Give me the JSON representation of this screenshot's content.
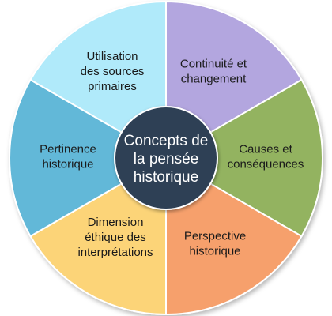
{
  "center": {
    "lines": [
      "Concepts de",
      "la pensée",
      "historique"
    ],
    "color": "#2d3f55"
  },
  "segments": [
    {
      "lines": [
        "Continuité et",
        "changement"
      ],
      "color": "#b3a6df"
    },
    {
      "lines": [
        "Causes et",
        "conséquences"
      ],
      "color": "#93b360"
    },
    {
      "lines": [
        "Perspective",
        "historique"
      ],
      "color": "#f6a06c"
    },
    {
      "lines": [
        "Dimension",
        "éthique des",
        "interprétations"
      ],
      "color": "#fcd478"
    },
    {
      "lines": [
        "Pertinence",
        "historique"
      ],
      "color": "#62b8d8"
    },
    {
      "lines": [
        "Utilisation",
        "des sources",
        "primaires"
      ],
      "color": "#b0eafa"
    }
  ]
}
